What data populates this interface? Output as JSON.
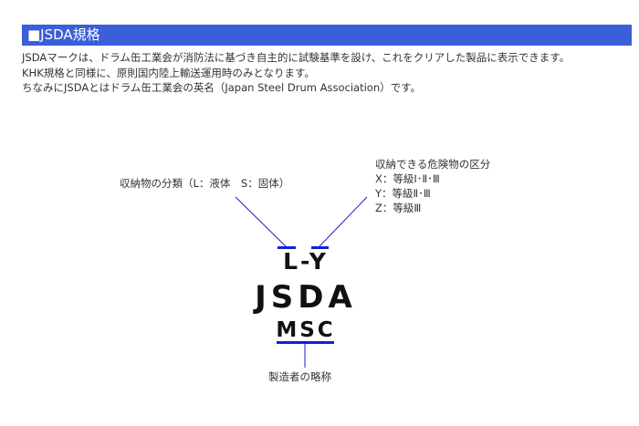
{
  "header": {
    "title": "■JSDA規格"
  },
  "intro": {
    "line1": "JSDAマークは、ドラム缶工業会が消防法に基づき自主的に試験基準を設け、これをクリアした製品に表示できます。",
    "line2": "KHK規格と同様に、原則国内陸上輸送運用時のみとなります。",
    "line3": "ちなみにJSDAとはドラム缶工業会の英名（Japan Steel Drum Association）です。"
  },
  "diagram": {
    "classification_label": "収納物の分類（L：液体　S：固体）",
    "hazard_title": "収納できる危険物の区分",
    "hazard_items": [
      "X：等級Ⅰ･Ⅱ･Ⅲ",
      "Y：等級Ⅱ･Ⅲ",
      "Z：等級Ⅲ"
    ],
    "mark_line1": "L-Y",
    "mark_line2": "JSDA",
    "mark_line3": "MSC",
    "maker_label": "製造者の略称",
    "accent_color": "#1a1adb"
  }
}
